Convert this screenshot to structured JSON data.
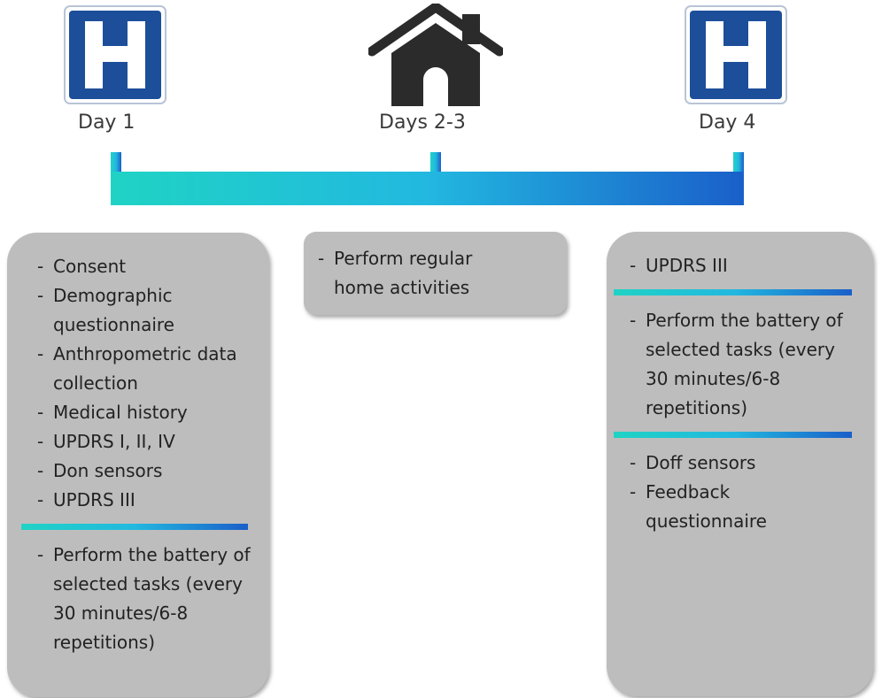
{
  "stages": [
    {
      "icon": "hospital-icon",
      "label": "Day 1"
    },
    {
      "icon": "home-icon",
      "label": "Days 2-3"
    },
    {
      "icon": "hospital-icon",
      "label": "Day 4"
    }
  ],
  "colors": {
    "timeline_start": "#1fd3c4",
    "timeline_mid": "#22b8e0",
    "timeline_end": "#1a5fc9",
    "hospital_blue": "#1d4e9a",
    "panel_gray": "#bdbdbd",
    "house_dark": "#2b2b2b"
  },
  "panels": {
    "day1": {
      "group1": [
        "Consent",
        "Demographic questionnaire",
        "Anthropometric data collection",
        "Medical history",
        "UPDRS I, II, IV",
        "Don sensors",
        "UPDRS III"
      ],
      "group2": [
        "Perform the battery of selected tasks (every 30 minutes/6-8 repetitions)"
      ]
    },
    "home": {
      "group1": [
        "Perform regular home activities"
      ]
    },
    "day4": {
      "group1": [
        "UPDRS III"
      ],
      "group2": [
        "Perform the battery of selected tasks (every 30 minutes/6-8 repetitions)"
      ],
      "group3": [
        "Doff sensors",
        "Feedback questionnaire"
      ]
    }
  }
}
